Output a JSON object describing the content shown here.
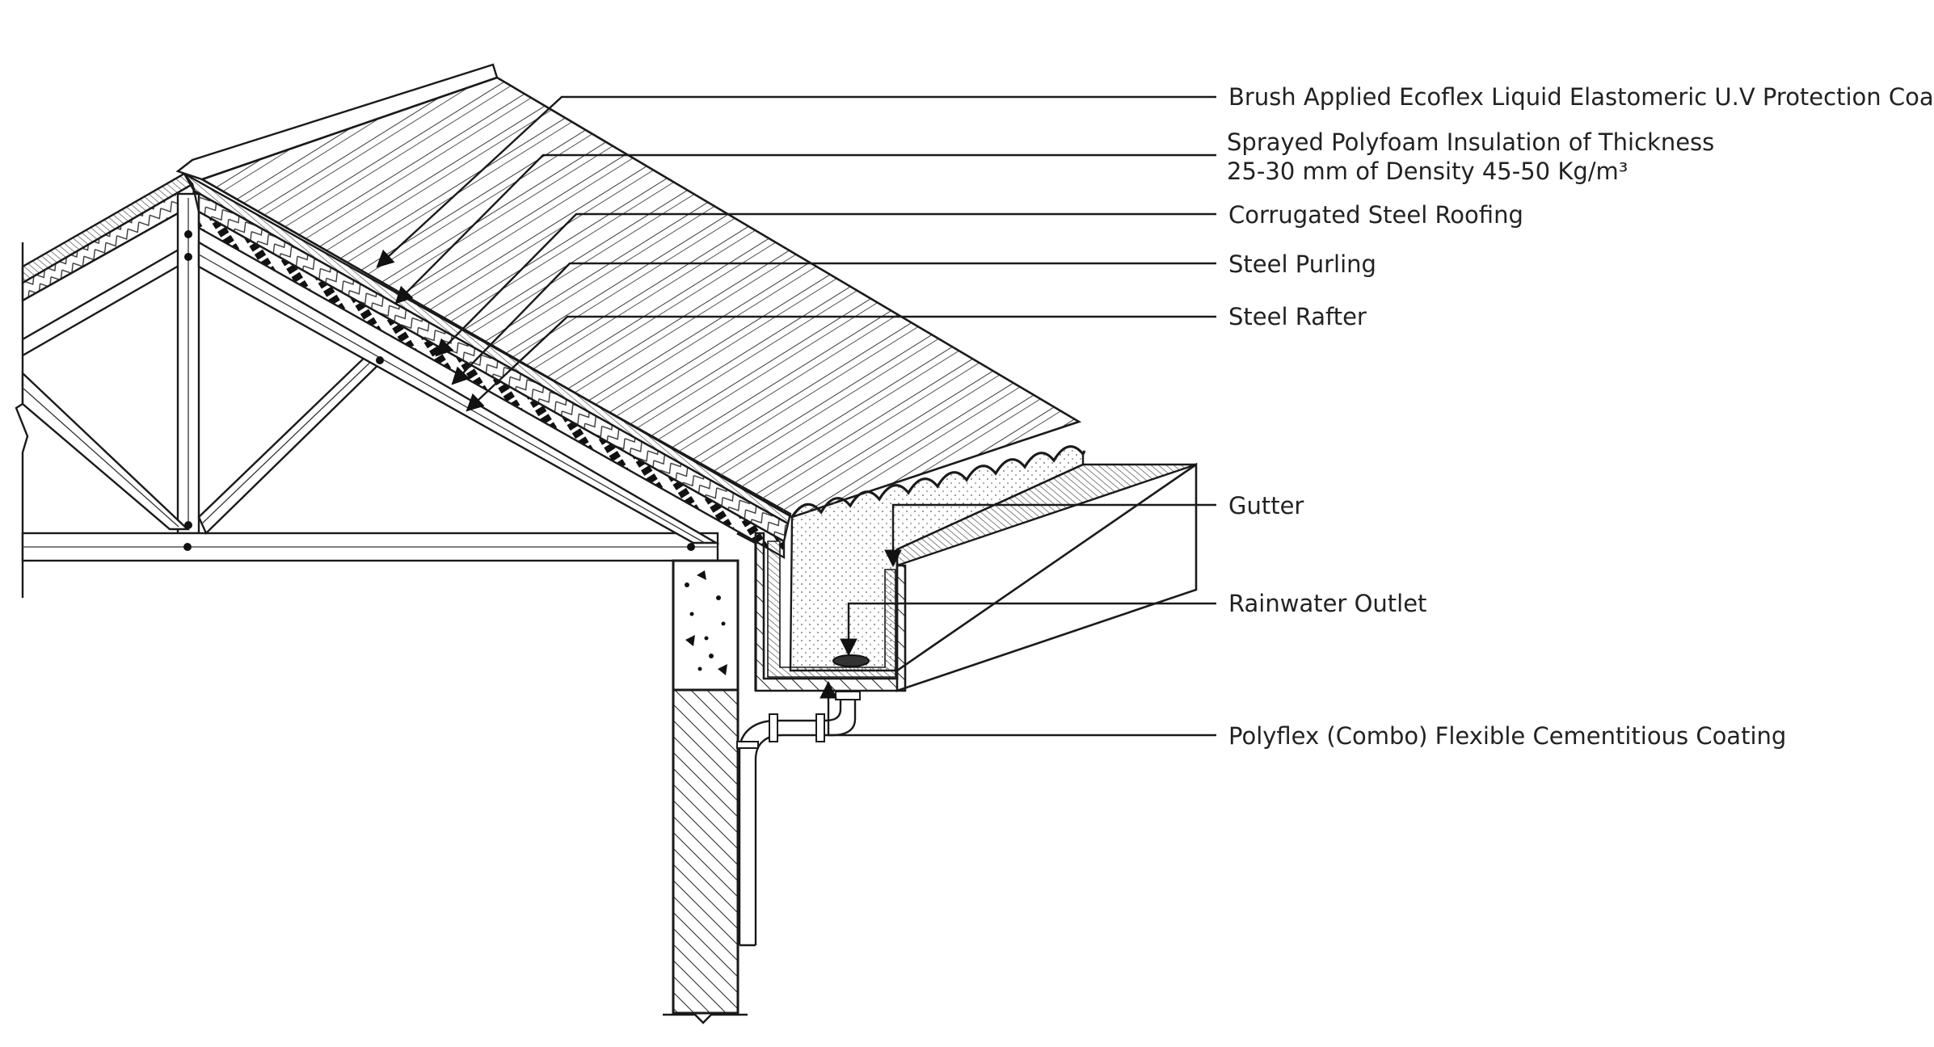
{
  "labels": {
    "coating_uv": "Brush Applied Ecoflex Liquid Elastomeric U.V Protection Coating",
    "insulation_line1": "Sprayed Polyfoam Insulation of Thickness",
    "insulation_line2": "25-30 mm of Density 45-50 Kg/m³",
    "roofing": "Corrugated Steel Roofing",
    "purling": "Steel Purling",
    "rafter": "Steel Rafter",
    "gutter": "Gutter",
    "outlet": "Rainwater Outlet",
    "cementitious": "Polyflex (Combo) Flexible Cementitious Coating"
  },
  "colors": {
    "line": "#1a1a1a",
    "text": "#222222",
    "background": "#ffffff"
  }
}
